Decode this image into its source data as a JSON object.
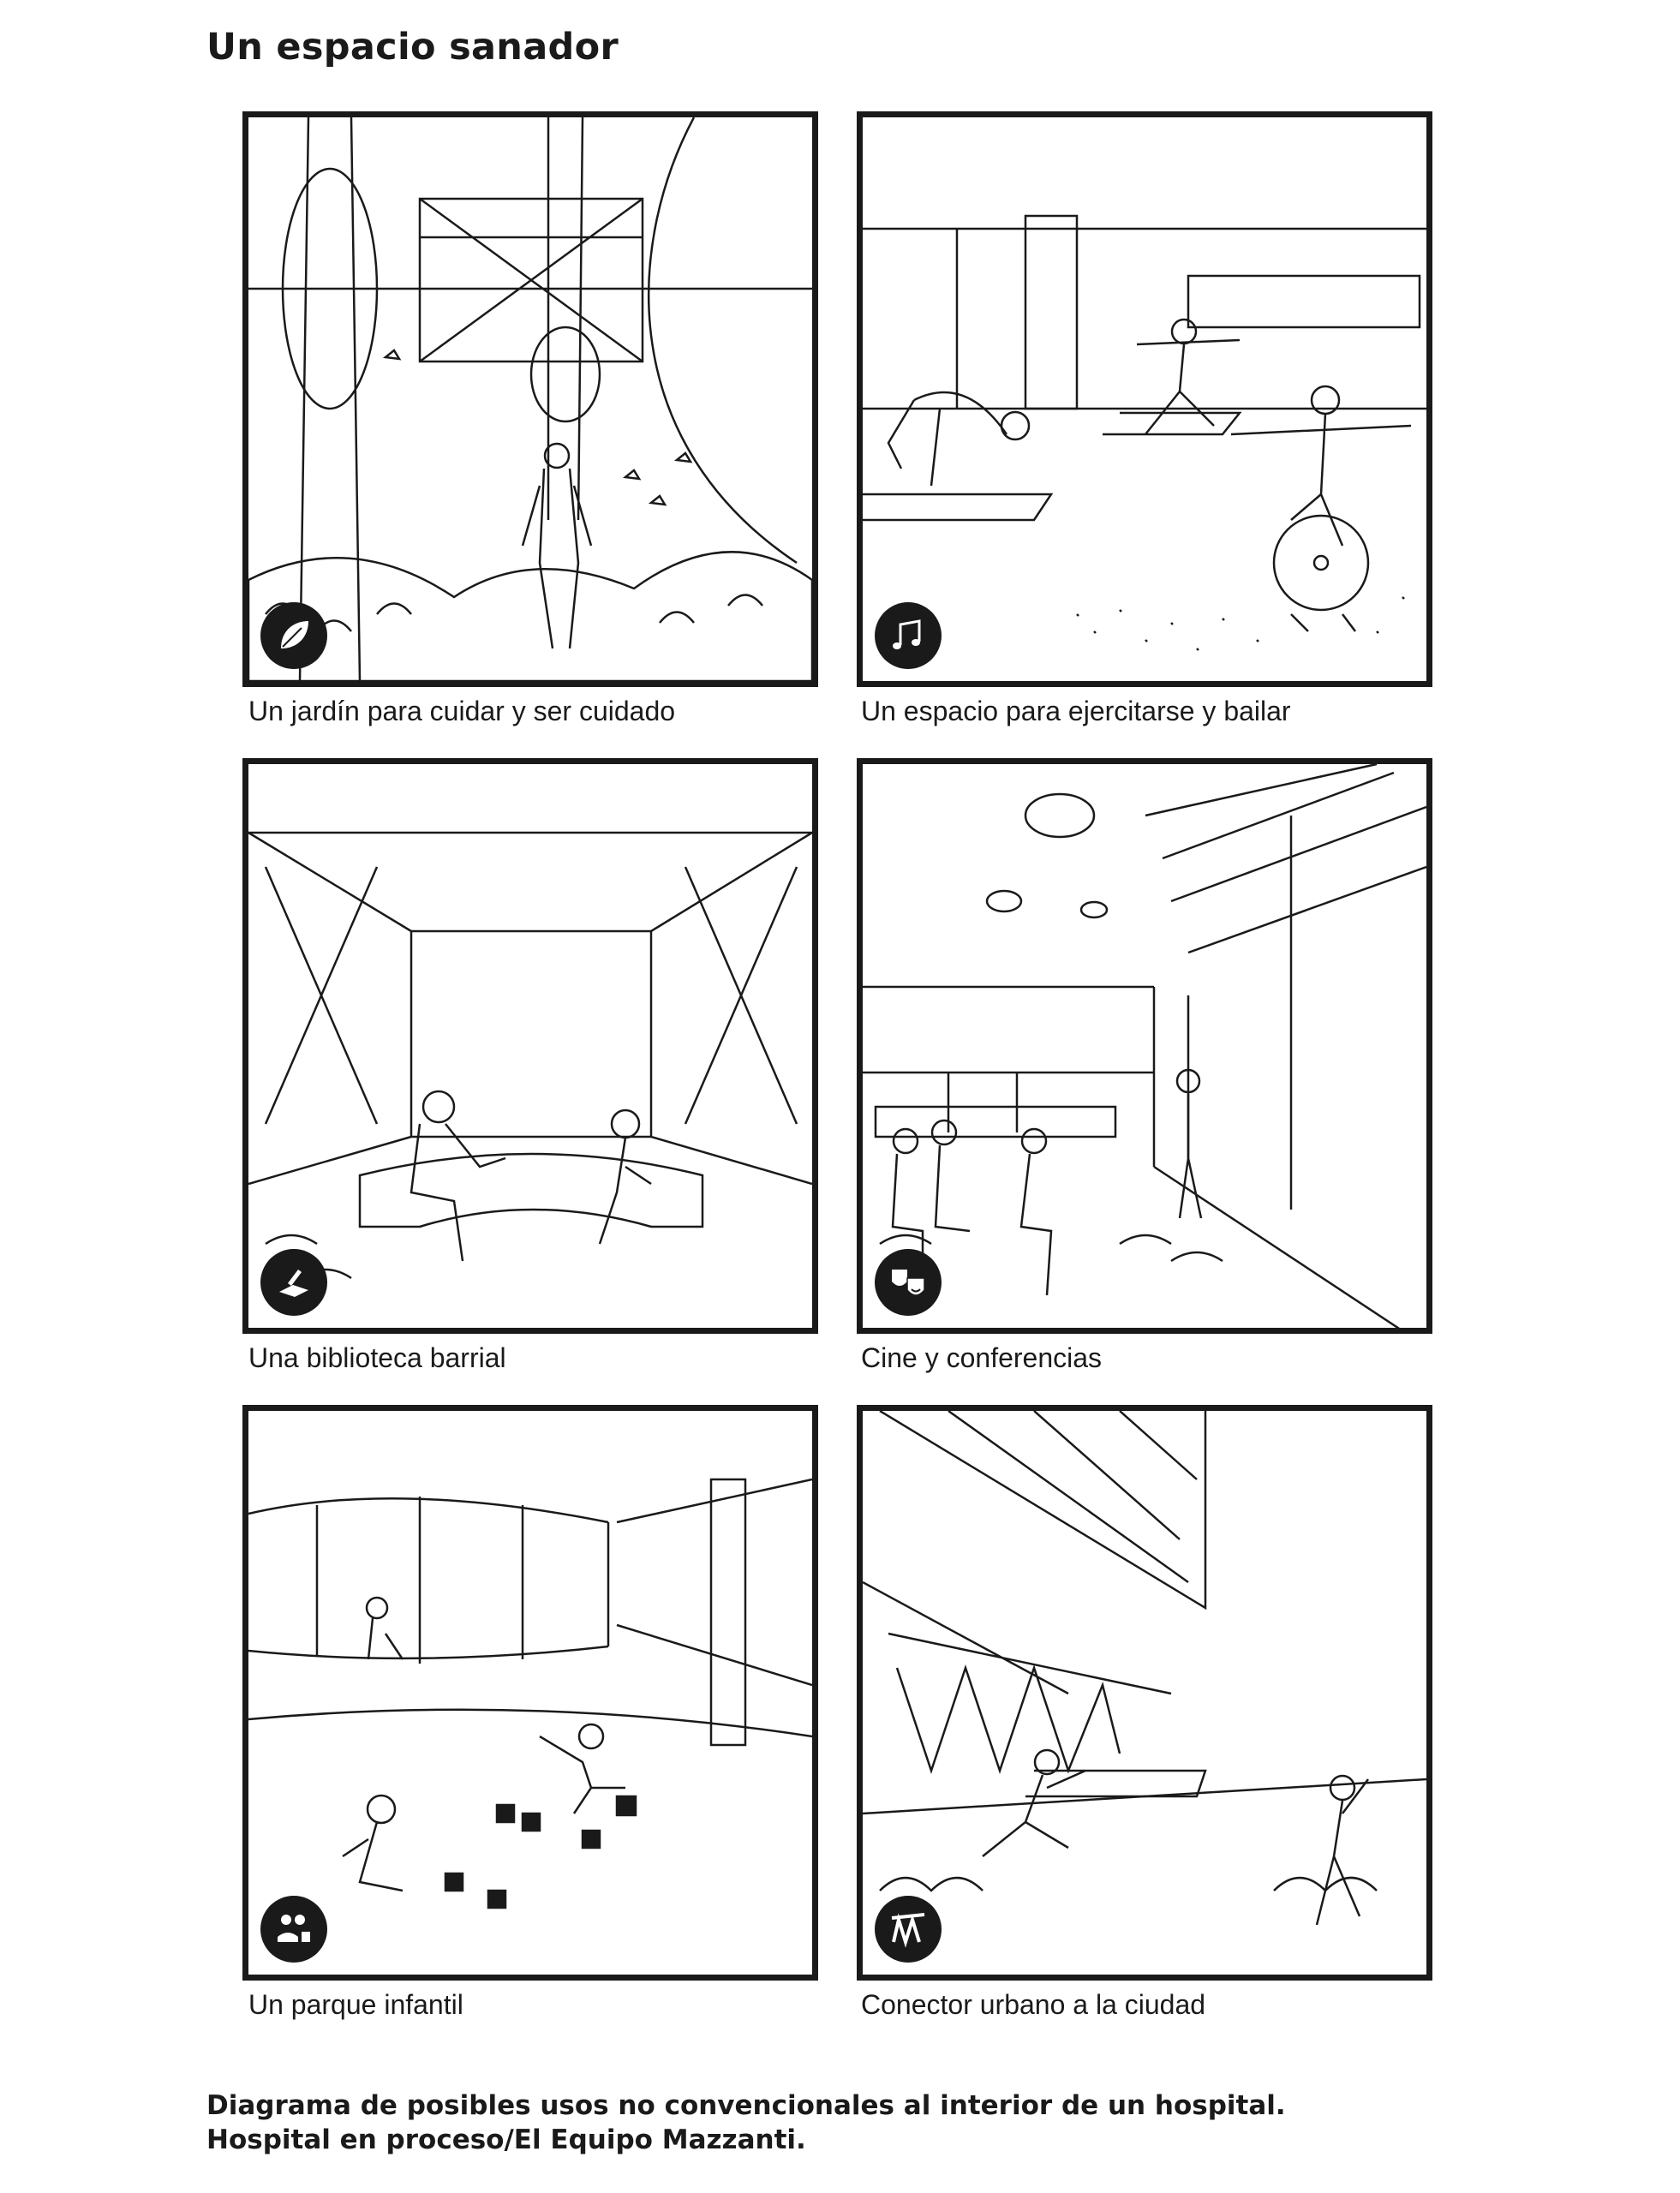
{
  "title": "Un espacio sanador",
  "panels": [
    {
      "caption": "Un jardín para cuidar y ser cuidado",
      "icon": "leaf-icon"
    },
    {
      "caption": "Un espacio para ejercitarse y bailar",
      "icon": "music-notes-icon"
    },
    {
      "caption": "Una biblioteca barrial",
      "icon": "books-icon"
    },
    {
      "caption": "Cine y conferencias",
      "icon": "theater-masks-icon"
    },
    {
      "caption": "Un parque infantil",
      "icon": "toys-icon"
    },
    {
      "caption": "Conector urbano a la ciudad",
      "icon": "building-structure-icon"
    }
  ],
  "footnote": {
    "line1": "Diagrama de posibles usos no convencionales al interior de un hospital.",
    "line2": "Hospital en proceso/El Equipo Mazzanti."
  },
  "colors": {
    "ink": "#1a1a1a",
    "background": "#ffffff"
  }
}
